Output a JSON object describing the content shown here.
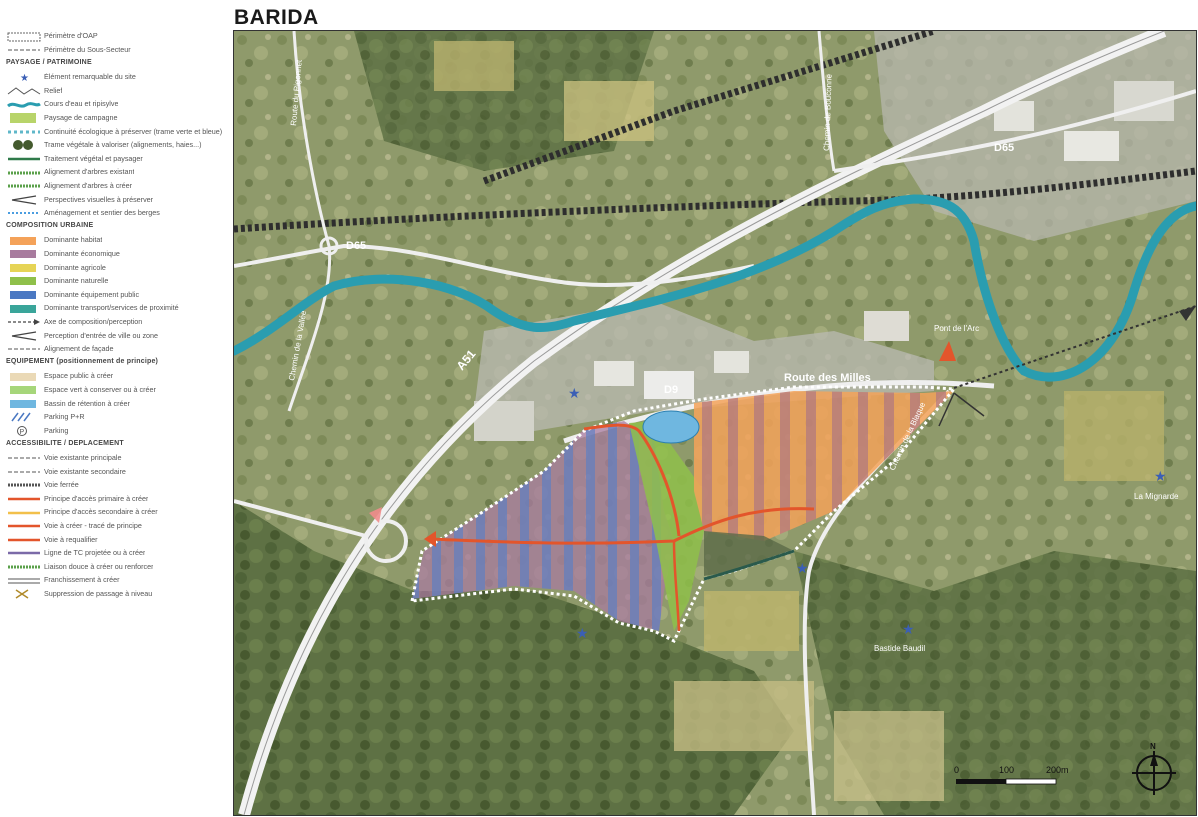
{
  "title": "BARIDA",
  "legend": {
    "top_items": [
      {
        "label": "Périmètre d'OAP",
        "icon": "dashed-boundary-icon"
      },
      {
        "label": "Périmètre du Sous-Secteur",
        "icon": "dashed-line-icon"
      }
    ],
    "sections": [
      {
        "title": "PAYSAGE / PATRIMOINE",
        "items": [
          {
            "label": "Élément remarquable du site",
            "icon": "star-icon"
          },
          {
            "label": "Relief",
            "icon": "relief-icon"
          },
          {
            "label": "Cours d'eau et ripisylve",
            "icon": "river-icon"
          },
          {
            "label": "Paysage de campagne",
            "icon": "countryside-swatch-icon"
          },
          {
            "label": "Continuité écologique à préserver (trame verte et bleue)",
            "icon": "ecological-corridor-icon"
          },
          {
            "label": "Trame végétale à valoriser (alignements, haies...)",
            "icon": "vegetation-icon"
          },
          {
            "label": "Traitement végétal et paysager",
            "icon": "green-line-icon"
          },
          {
            "label": "Alignement d'arbres existant",
            "icon": "tree-row-existing-icon"
          },
          {
            "label": "Alignement d'arbres à créer",
            "icon": "tree-row-new-icon"
          },
          {
            "label": "Perspectives visuelles à préserver",
            "icon": "view-cone-icon"
          },
          {
            "label": "Aménagement et sentier des berges",
            "icon": "riverbank-path-icon"
          }
        ]
      },
      {
        "title": "COMPOSITION URBAINE",
        "items": [
          {
            "label": "Dominante habitat",
            "icon": "swatch-orange-icon",
            "color": "#f4a259"
          },
          {
            "label": "Dominante économique",
            "icon": "swatch-purple-icon",
            "color": "#a87b9e"
          },
          {
            "label": "Dominante agricole",
            "icon": "swatch-yellow-icon",
            "color": "#e6d456"
          },
          {
            "label": "Dominante naturelle",
            "icon": "swatch-green-icon",
            "color": "#8fc04a"
          },
          {
            "label": "Dominante équipement public",
            "icon": "swatch-blue-icon",
            "color": "#4a78c2"
          },
          {
            "label": "Dominante transport/services de proximité",
            "icon": "swatch-teal-icon",
            "color": "#3aa59a"
          },
          {
            "label": "Axe de composition/perception",
            "icon": "axis-arrow-icon"
          },
          {
            "label": "Perception d'entrée de ville ou zone",
            "icon": "entry-perception-icon"
          },
          {
            "label": "Alignement de façade",
            "icon": "facade-line-icon"
          }
        ]
      },
      {
        "title": "EQUIPEMENT (positionnement de principe)",
        "items": [
          {
            "label": "Espace public à créer",
            "icon": "swatch-beige-icon",
            "color": "#ead9b6"
          },
          {
            "label": "Espace vert à conserver ou à créer",
            "icon": "swatch-lightgreen-icon",
            "color": "#a6d67a"
          },
          {
            "label": "Bassin de rétention à créer",
            "icon": "basin-icon",
            "color": "#6fb7e0"
          },
          {
            "label": "Parking P+R",
            "icon": "hatched-parking-icon"
          },
          {
            "label": "Parking",
            "icon": "parking-icon"
          }
        ]
      },
      {
        "title": "ACCESSIBILITE / DEPLACEMENT",
        "items": [
          {
            "label": "Voie existante principale",
            "icon": "main-road-icon"
          },
          {
            "label": "Voie existante secondaire",
            "icon": "secondary-road-icon"
          },
          {
            "label": "Voie ferrée",
            "icon": "railway-icon"
          },
          {
            "label": "Principe d'accès primaire à créer",
            "icon": "primary-access-icon"
          },
          {
            "label": "Principe d'accès secondaire à créer",
            "icon": "secondary-access-icon"
          },
          {
            "label": "Voie à créer - tracé de principe",
            "icon": "new-road-icon"
          },
          {
            "label": "Voie à requalifier",
            "icon": "requalify-road-icon"
          },
          {
            "label": "Ligne de TC projetée ou à créer",
            "icon": "transit-line-icon"
          },
          {
            "label": "Liaison douce à créer ou renforcer",
            "icon": "soft-link-icon"
          },
          {
            "label": "Franchissement à créer",
            "icon": "crossing-icon"
          },
          {
            "label": "Suppression de passage à niveau",
            "icon": "level-crossing-icon"
          }
        ]
      }
    ]
  },
  "map": {
    "roads": {
      "a51": "A51",
      "d65_north": "D65",
      "d65_west": "D65",
      "d9": "D9",
      "route_des_milles": "Route des Milles",
      "north_road": "Route du Pigonnet",
      "chemin_west": "Chemin de la Vallée",
      "chemin_center": "Chemin de la Blaque",
      "chemin_ne": "Chemin de Bouconne",
      "pont": "Pont de l'Arc"
    },
    "places": {
      "bastide_south": "Bastide Baudil",
      "bastide_east": "La Mignarde"
    },
    "scale": {
      "zero": "0",
      "mid": "100",
      "end": "200m"
    },
    "north_label": "N"
  },
  "colors": {
    "river": "#2a9db0",
    "habitat": "#f4a259",
    "economic": "#a87b9e",
    "access": "#e3552b",
    "green": "#8fc04a",
    "basin": "#6fb7e0",
    "boundary": "#ffffff"
  }
}
